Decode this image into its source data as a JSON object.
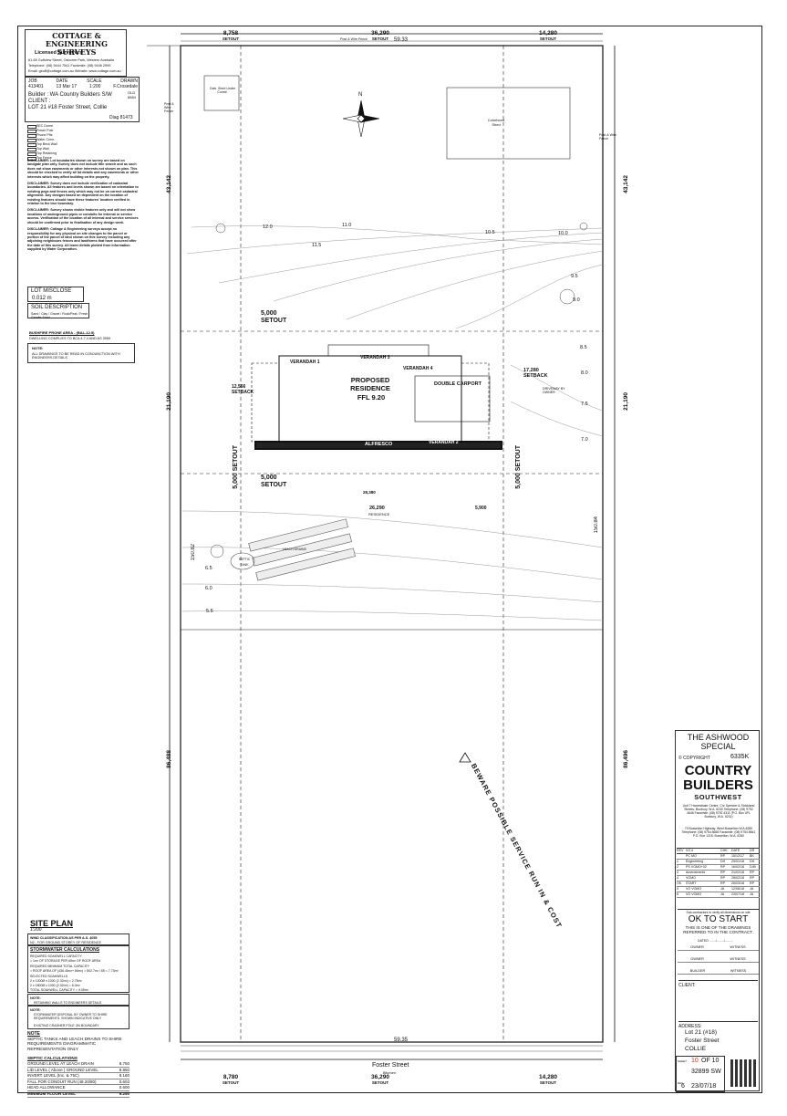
{
  "company": {
    "logo_text": "COTTAGE & ENGINEERING SURVEYS",
    "licensed": "Licensed Surveyors",
    "address": "61-65 Gulfview Street, Osborne Park, Western Australia",
    "phone": "Telephone: (08) 9444 7541   Facsimile: (08) 9446 2999",
    "email": "Email: geoff@cottage.com.au   Website: www.cottage.com.au"
  },
  "job": {
    "headers": [
      "JOB",
      "DATE",
      "SCALE",
      "DRAWN"
    ],
    "values": [
      "413401",
      "13 Mar 17",
      "1:200",
      "F.Crosedale"
    ],
    "builder": "Builder : WA Country Builders S/W",
    "client": "CLIENT :",
    "lot": "LOT 21  #18 Foster Street, Collie",
    "old_no": "OLD 6684",
    "diag": "Diag 81473"
  },
  "legend_items": [
    "SEC Dome",
    "Power Pole",
    "Phone Pits",
    "Water Conn.",
    "Top Brick Wall",
    "Top Wall",
    "Top Retaining",
    "Top Fence"
  ],
  "disclaimers": [
    "DISCLAIMER: Lot boundaries shown on survey are based on landgate plan only. Survey does not include title search and as such does not show easements or other interests not shown on plan. This should be checked to verify all lot details and any easements or other interests which may affect building on the property.",
    "DISCLAIMER: Survey does not include verification of cadastral boundaries. All features and levels shown are based on orientation to existing pegs and fences only which may not be on correct cadastral alignment. Any designs based on dependent on the location of existing features should have these features' location verified in relation to the true boundary.",
    "DISCLAIMER: Survey shows visible features only and will not show locations of underground pipes or conduits for internal or service access. Verification of the location of all internal and service services should be confirmed prior to finalisation of any design work.",
    "DISCLAIMER: Cottage & Engineering surveys accept no responsibility for any physical on site changes to the parcel or portion of the parcel of land shown on this survey including any adjoining neighbours fences and landforms that have occurred after the date of this survey. All lower details plotted from information supplied by Water Corporation."
  ],
  "misclose": {
    "label": "LOT MISCLOSE",
    "value": "0.012 m"
  },
  "soil": {
    "label": "SOIL DESCRIPTION",
    "value": "Sand / Clay / Gravel / Rock/Peat / Fresh Granite Sand"
  },
  "bushfire": {
    "label": "BUSHFIRE PRONE AREA - (BAL-12.5)",
    "sub": "DWELLING COMPLIES TO BCA 4.7.4 AND AS 3959"
  },
  "note1": {
    "label": "NOTE:",
    "text": "ALL DRAWINGS TO BE READ IN CONJUNCTION WITH ENGINEERS DETAILS"
  },
  "site_plan": {
    "title": "SITE PLAN",
    "scale": "1:200"
  },
  "wind": {
    "title": "WIND CLASSIFICATION AS PER A.S. 4055",
    "text": "N2 - FOR GROUND STOREY OF RESIDENCE"
  },
  "stormwater": {
    "title": "STORMWATER CALCULATIONS",
    "lines": [
      "REQUIRED SOAKWELL CAPACITY",
      "= 1m³ OF STORAGE PER 65m² OF ROOF AREA",
      "REQUIRED MINIMUM TOTAL CAPACITY",
      "= ROOF AREA OF (436.46m²+ 66m²) = 502.7m² / 65 = 7.73m³",
      "SELECTED SOAKWELLS",
      "2 x 1200Ø x 1000 (2.32m³) = 2.75m³",
      "2 x 1800Ø x 1000 (2.32m³) = 6.3m³",
      "TOTAL SOAKWELL CAPACITY = 9.05m³"
    ]
  },
  "note2": {
    "title": "NOTE:",
    "items": [
      "RETAINING WALLS TO ENGINEERS DETAILS"
    ]
  },
  "note3": {
    "title": "NOTE:",
    "items": [
      "STORMWATER DISPOSAL BY OWNER TO SHIRE REQUIREMENTS. SHOWN INDICATIVE ONLY",
      "EXISTING CRASHER POLE ON BOUNDARY"
    ]
  },
  "note4": {
    "title": "NOTE",
    "text": "SEPTIC TANKS AND LEACH DRAINS TO SHIRE REQUIREMENTS DIAGRAMMATIC REPRESENTATION ONLY"
  },
  "septic_calcs": {
    "title": "SEPTIC CALCULATIONS",
    "rows": [
      {
        "label": "GROUND LEVEL AT LEACH DRAIN",
        "value": "8.750"
      },
      {
        "label": "LID LEVEL ( Above ) GROUND LEVEL",
        "value": "8.850"
      },
      {
        "label": "INVERT LEVEL (Inc. & 75C)",
        "value": "8.160"
      },
      {
        "label": "FALL FOR CONDUIT RUN (48.20/80)",
        "value": "0.603"
      },
      {
        "label": "HEAD ALLOWANCE",
        "value": "0.600"
      },
      {
        "label": "MINIMUM FLOOR LEVEL",
        "value": "9.250"
      }
    ]
  },
  "plan": {
    "top_dims": [
      {
        "v": "8,758",
        "s": "SETOUT"
      },
      {
        "v": "36,290",
        "s": "SETOUT"
      },
      {
        "v": "14,280",
        "s": "SETOUT"
      }
    ],
    "bottom_dims": [
      {
        "v": "8,780",
        "s": "SETOUT"
      },
      {
        "v": "36,290",
        "s": "SETOUT"
      },
      {
        "v": "14,280",
        "s": "SETOUT"
      }
    ],
    "top_boundary": "59.33",
    "bottom_boundary": "59.35",
    "left_dims": [
      {
        "v": "43,142",
        "s": "SETOUT"
      },
      {
        "v": "21,190",
        "s": "SETOUT"
      },
      {
        "v": "86,488",
        "s": "SETOUT"
      }
    ],
    "right_dims": [
      {
        "v": "43,142",
        "s": "SETOUT"
      },
      {
        "v": "21,190",
        "s": "SETOUT"
      },
      {
        "v": "86,496",
        "s": "SETOUT"
      }
    ],
    "left_boundary": "150.82",
    "right_boundary": "150.84",
    "setout_labels": [
      "5,000 SETOUT",
      "5,000 SETOUT",
      "5,000 SETOUT",
      "5,000 SETOUT"
    ],
    "building": {
      "name": "PROPOSED RESIDENCE",
      "ffl": "FFL 9.20",
      "carport": "DOUBLE CARPORT",
      "alfresco": "ALFRESCO",
      "verandah1": "VERANDAH 1",
      "verandah2": "VERANDAH 2",
      "verandah3": "VERANDAH 3",
      "verandah4": "VERANDAH 4"
    },
    "inner_dims": {
      "left_setback": "12,566 SETBACK",
      "right_setback": "17,280 SETBACK",
      "residence_len": "26,290",
      "residence_label": "RESIDENCE",
      "setout_line": "5,900",
      "house_width": "28,380"
    },
    "features": {
      "shed": "Galv. Shed Under Constr.",
      "colorbond": "Colorbond Shed",
      "street": "Foster Street",
      "bitumen": "Bitumen",
      "warning": "BEWARE POSSIBLE SERVICE RUN IN & COST",
      "fence_top": "Post & Wire Fence",
      "fence_left": "Post & Wire Fence",
      "fence_right": "Post & Wire Fence",
      "septic": "SEPTIC TANK",
      "leach": "LEACH DRAINS",
      "driveway": "DRIVEWAY BY OWNER"
    },
    "contours": [
      "12.0",
      "11.5",
      "11.0",
      "10.5",
      "10.0",
      "9.5",
      "9.0",
      "8.5",
      "8.0",
      "7.5",
      "7.0",
      "6.5",
      "6.0",
      "5.5"
    ]
  },
  "titleblock": {
    "plan_name": "THE ASHWOOD SPECIAL",
    "copyright": "© COPYRIGHT",
    "plan_no": "6335K",
    "brand_line1": "COUNTRY",
    "brand_line2": "BUILDERS",
    "brand_line3": "SOUTHWEST",
    "office1": "Unit 7 Harvestlake Centre, Cnr Spencer & Strickland Streets, Bunbury, W.A. 6230 Telephone: (08) 9792 4646 Facsimile: (08) 9792 4311 (P.O. Box 4PL Bunbury, W.A. 6231)",
    "office2": "70 Busselton Highway, West Busselton W.A.6280 Telephone: (08) 9754 8668 Facsimile: (08) 9754 8661 P.O. Box 1218, Busselton, W.A. 6280",
    "rev_headers": [
      "REV",
      "VO #",
      "CHK",
      "DATE",
      "DR"
    ],
    "revisions": [
      [
        "",
        "PC MO",
        "RP",
        "15/12/17",
        "BK"
      ],
      [
        "1",
        "Engineering",
        "DH",
        "25/01/18",
        "DH"
      ],
      [
        "2",
        "PS VOMO+02",
        "RP",
        "16/02/18",
        "DJB"
      ],
      [
        "3",
        "Amendments",
        "RP",
        "21/02/18",
        "RP"
      ],
      [
        "4",
        "VOMO",
        "RP",
        "28/02/18",
        "RP"
      ],
      [
        "OK",
        "START",
        "RP",
        "26/03/18",
        "RP"
      ],
      [
        "5",
        "VO VOMO",
        "JA",
        "12/06/18",
        "JA"
      ],
      [
        "6",
        "VO VOMO",
        "JA",
        "23/07/18",
        "JA"
      ]
    ],
    "ok_sub": "Sub-contractors to verify all dimensions on site",
    "ok_title": "OK TO START",
    "ok_text": "THIS IS ONE OF THE DRAWINGS REFERRED TO IN THE CONTRACT.",
    "dated": "DATED ......./......../.........",
    "sig_rows": [
      [
        "OWNER",
        "WITNESS"
      ],
      [
        "OWNER",
        "WITNESS"
      ],
      [
        "BUILDER",
        "WITNESS"
      ]
    ],
    "client_label": "CLIENT:",
    "address_label": "ADDRESS:",
    "address_lines": [
      "Lot 21 (#18)",
      "Foster Street",
      "COLLIE"
    ],
    "sheet_label": "SHEET",
    "sheet_no": "10",
    "sheet_of": "OF 10",
    "job_no": "32899 SW",
    "rev_label": "REV",
    "rev": "6",
    "rev_date": "23/07/18"
  }
}
